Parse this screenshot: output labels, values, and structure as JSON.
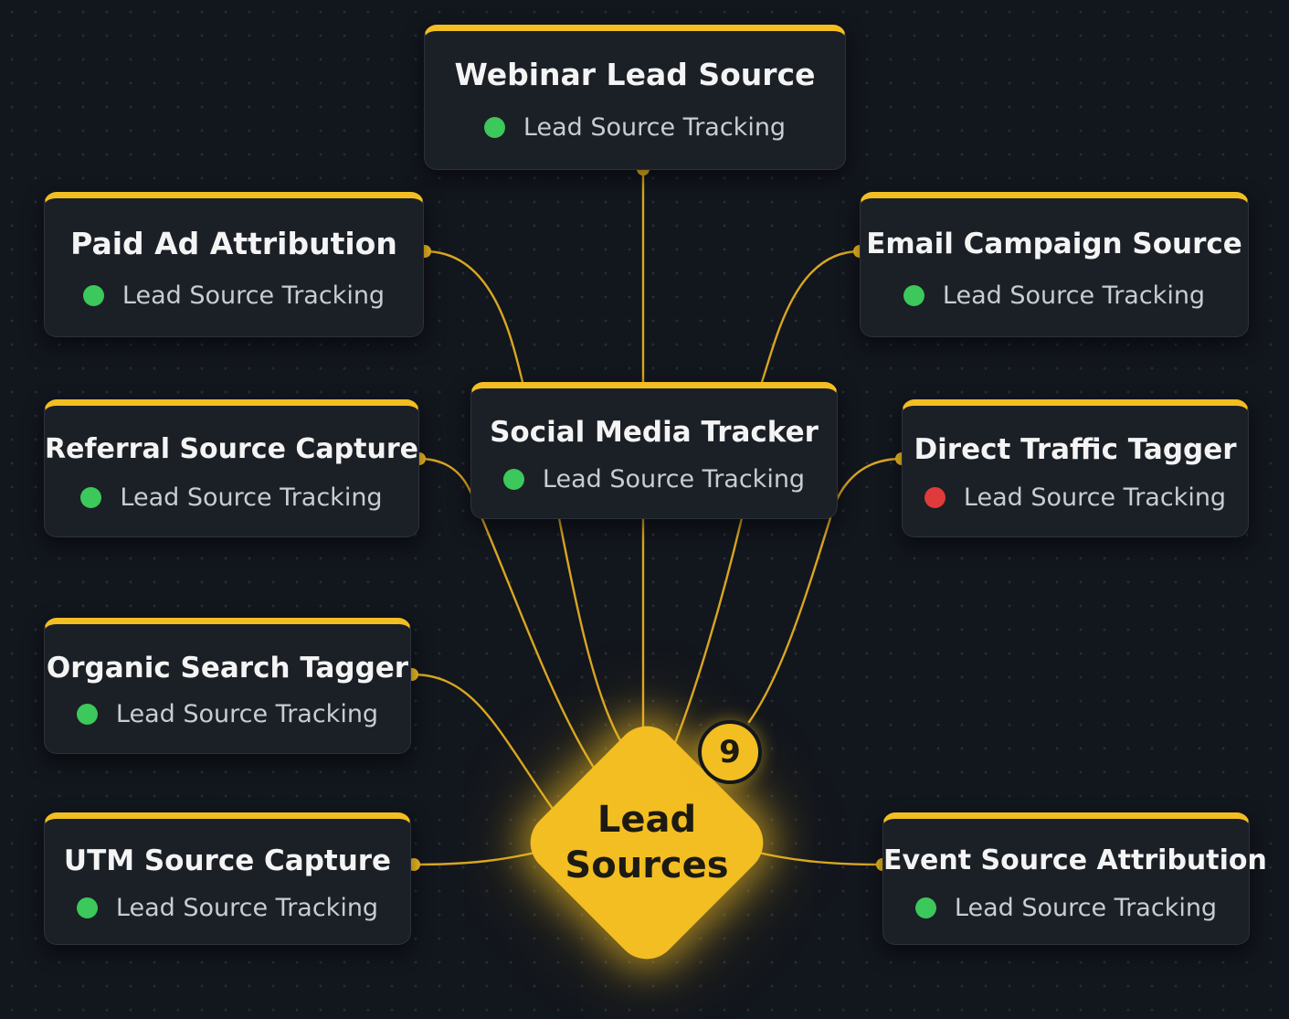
{
  "hub": {
    "label_line1": "Lead",
    "label_line2": "Sources",
    "count": "9"
  },
  "colors": {
    "accent": "#f2be22",
    "status_ok": "#3cc85a",
    "status_error": "#e03a3a",
    "background": "#12161d",
    "card": "#1b1f26"
  },
  "nodes": [
    {
      "id": "webinar",
      "title": "Webinar Lead Source",
      "status_label": "Lead Source Tracking",
      "status": "ok"
    },
    {
      "id": "paid-ad",
      "title": "Paid Ad Attribution",
      "status_label": "Lead Source Tracking",
      "status": "ok"
    },
    {
      "id": "email",
      "title": "Email Campaign Source",
      "status_label": "Lead Source Tracking",
      "status": "ok"
    },
    {
      "id": "referral",
      "title": "Referral Source Capture",
      "status_label": "Lead Source Tracking",
      "status": "ok"
    },
    {
      "id": "social",
      "title": "Social Media Tracker",
      "status_label": "Lead Source Tracking",
      "status": "ok"
    },
    {
      "id": "direct",
      "title": "Direct Traffic Tagger",
      "status_label": "Lead Source Tracking",
      "status": "error"
    },
    {
      "id": "organic",
      "title": "Organic Search Tagger",
      "status_label": "Lead Source Tracking",
      "status": "ok"
    },
    {
      "id": "utm",
      "title": "UTM Source Capture",
      "status_label": "Lead Source Tracking",
      "status": "ok"
    },
    {
      "id": "event",
      "title": "Event Source Attribution",
      "status_label": "Lead Source Tracking",
      "status": "ok"
    }
  ]
}
